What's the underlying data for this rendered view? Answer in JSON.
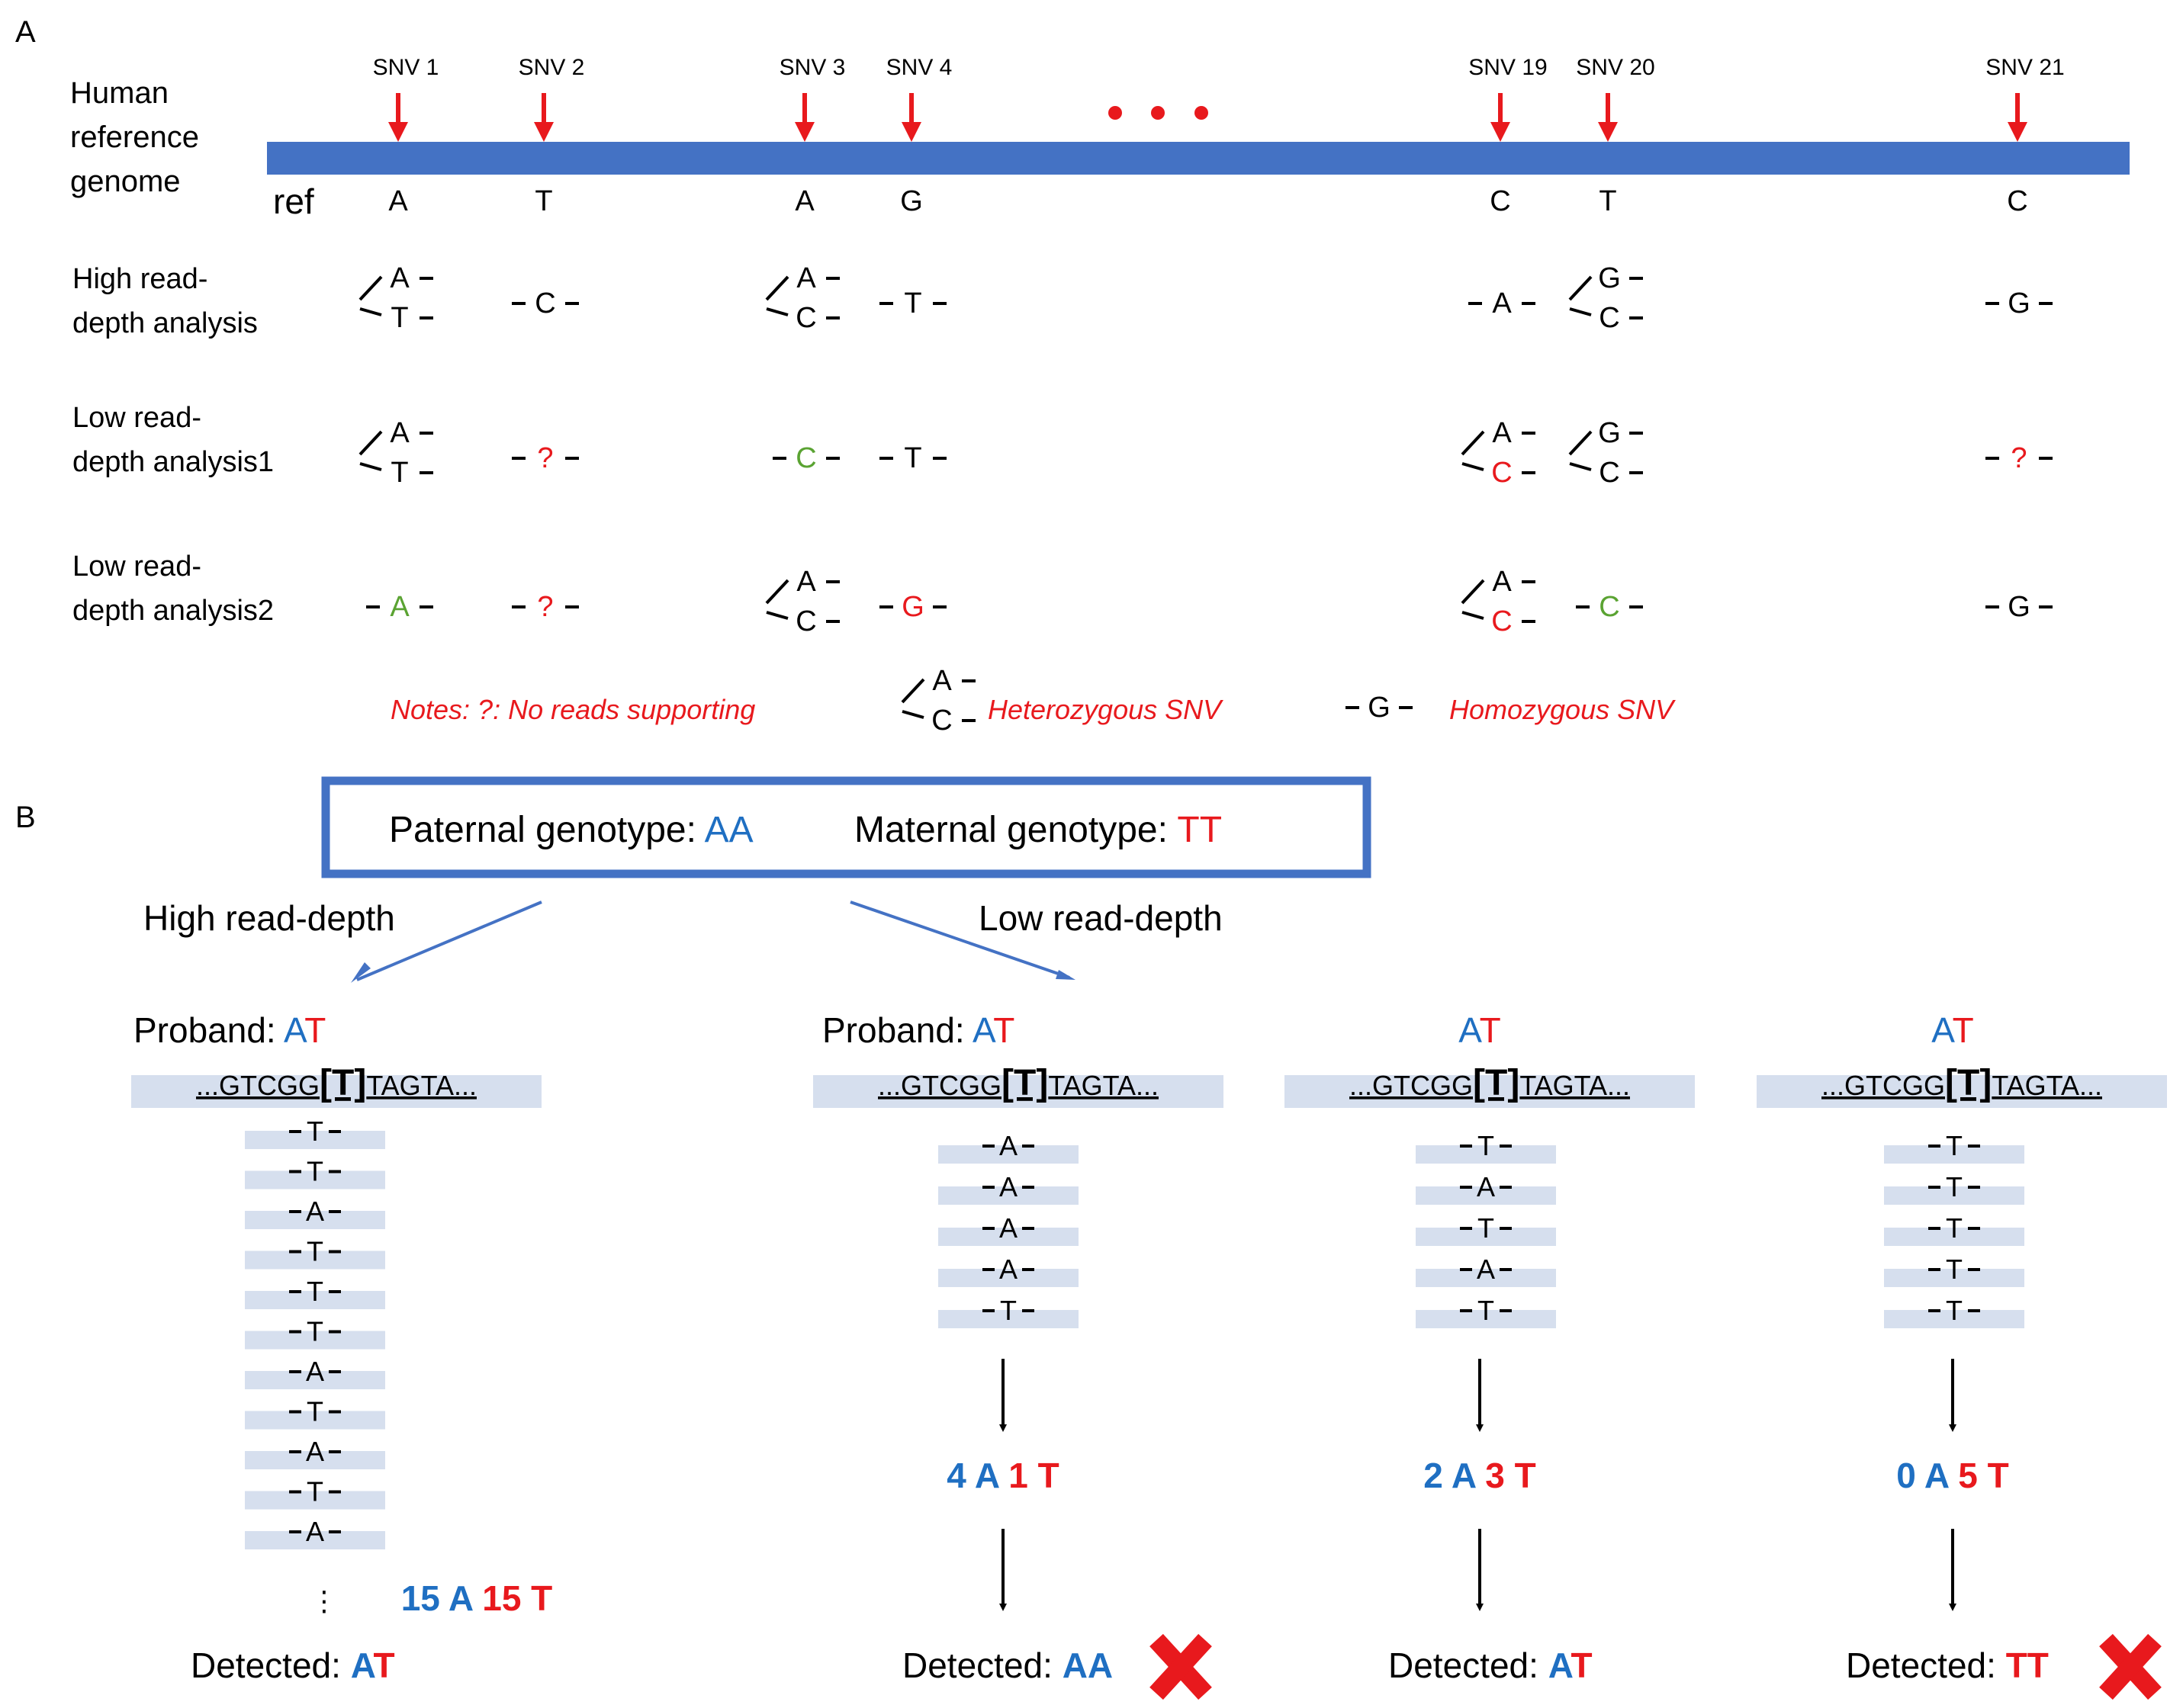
{
  "colors": {
    "red": "#e8191d",
    "blue": "#1f6fc2",
    "green": "#5aa332",
    "genome_bar": "#4472c4",
    "read_band": "#d6dfee",
    "box_border": "#4472c4"
  },
  "panel_a": {
    "label": "A",
    "genome_label": [
      "Human",
      "reference",
      "genome"
    ],
    "ref_label": "ref",
    "ellipsis_icon": "three-red-dots",
    "snvs": [
      {
        "name": "SNV 1",
        "ref": "A"
      },
      {
        "name": "SNV 2",
        "ref": "T"
      },
      {
        "name": "SNV 3",
        "ref": "A"
      },
      {
        "name": "SNV 4",
        "ref": "G"
      },
      {
        "name": "SNV 19",
        "ref": "C"
      },
      {
        "name": "SNV 20",
        "ref": "T"
      },
      {
        "name": "SNV 21",
        "ref": "C"
      }
    ],
    "rows": [
      {
        "label": [
          "High read-",
          "depth analysis"
        ],
        "calls": [
          {
            "type": "het",
            "a1": "A",
            "a2": "T",
            "c1": "black",
            "c2": "black"
          },
          {
            "type": "hom",
            "a": "C",
            "c": "black"
          },
          {
            "type": "het",
            "a1": "A",
            "a2": "C",
            "c1": "black",
            "c2": "black"
          },
          {
            "type": "hom",
            "a": "T",
            "c": "black"
          },
          {
            "type": "hom",
            "a": "A",
            "c": "black"
          },
          {
            "type": "het",
            "a1": "G",
            "a2": "C",
            "c1": "black",
            "c2": "black"
          },
          {
            "type": "hom",
            "a": "G",
            "c": "black"
          }
        ]
      },
      {
        "label": [
          "Low read-",
          "depth analysis1"
        ],
        "calls": [
          {
            "type": "het",
            "a1": "A",
            "a2": "T",
            "c1": "black",
            "c2": "black"
          },
          {
            "type": "hom",
            "a": "?",
            "c": "red"
          },
          {
            "type": "hom",
            "a": "C",
            "c": "green"
          },
          {
            "type": "hom",
            "a": "T",
            "c": "black"
          },
          {
            "type": "het",
            "a1": "A",
            "a2": "C",
            "c1": "black",
            "c2": "red"
          },
          {
            "type": "het",
            "a1": "G",
            "a2": "C",
            "c1": "black",
            "c2": "black"
          },
          {
            "type": "hom",
            "a": "?",
            "c": "red"
          }
        ]
      },
      {
        "label": [
          "Low read-",
          "depth analysis2"
        ],
        "calls": [
          {
            "type": "hom",
            "a": "A",
            "c": "green"
          },
          {
            "type": "hom",
            "a": "?",
            "c": "red"
          },
          {
            "type": "het",
            "a1": "A",
            "a2": "C",
            "c1": "black",
            "c2": "black"
          },
          {
            "type": "hom",
            "a": "G",
            "c": "red"
          },
          {
            "type": "het",
            "a1": "A",
            "a2": "C",
            "c1": "black",
            "c2": "red"
          },
          {
            "type": "hom",
            "a": "C",
            "c": "green"
          },
          {
            "type": "hom",
            "a": "G",
            "c": "black"
          }
        ]
      }
    ],
    "notes": {
      "text": "Notes:  ?: No reads supporting",
      "het_a1": "A",
      "het_a2": "C",
      "het_text": "Heterozygous SNV",
      "hom_a": "G",
      "hom_text": "Homozygous SNV"
    }
  },
  "panel_b": {
    "label": "B",
    "box": {
      "paternal_label": "Paternal genotype: ",
      "paternal_value": "AA",
      "maternal_label": "Maternal genotype: ",
      "maternal_value": "TT"
    },
    "high_label": "High read-depth",
    "low_label": "Low read-depth",
    "sequence": {
      "left": "...GTCGG",
      "mid": "[T]",
      "right": "TAGTA..."
    },
    "proband_label": "Proband: ",
    "proband_a": "A",
    "proband_t": "T",
    "detected_label": "Detected: ",
    "cross_icon": "red-x-icon",
    "vertical_ellipsis": "⋮",
    "columns": [
      {
        "show_proband_label": true,
        "reads": [
          "T",
          "T",
          "A",
          "T",
          "T",
          "T",
          "A",
          "T",
          "A",
          "T",
          "A"
        ],
        "count_a": "15",
        "count_t": "15",
        "detected": "AT",
        "detected_kind": "het",
        "correct": true
      },
      {
        "show_proband_label": true,
        "reads": [
          "A",
          "A",
          "A",
          "A",
          "T"
        ],
        "count_a": "4",
        "count_t": "1",
        "detected": "AA",
        "detected_kind": "blue",
        "correct": false
      },
      {
        "show_proband_label": false,
        "reads": [
          "T",
          "A",
          "T",
          "A",
          "T"
        ],
        "count_a": "2",
        "count_t": "3",
        "detected": "AT",
        "detected_kind": "het",
        "correct": true
      },
      {
        "show_proband_label": false,
        "reads": [
          "T",
          "T",
          "T",
          "T",
          "T"
        ],
        "count_a": "0",
        "count_t": "5",
        "detected": "TT",
        "detected_kind": "red",
        "correct": false
      }
    ]
  }
}
